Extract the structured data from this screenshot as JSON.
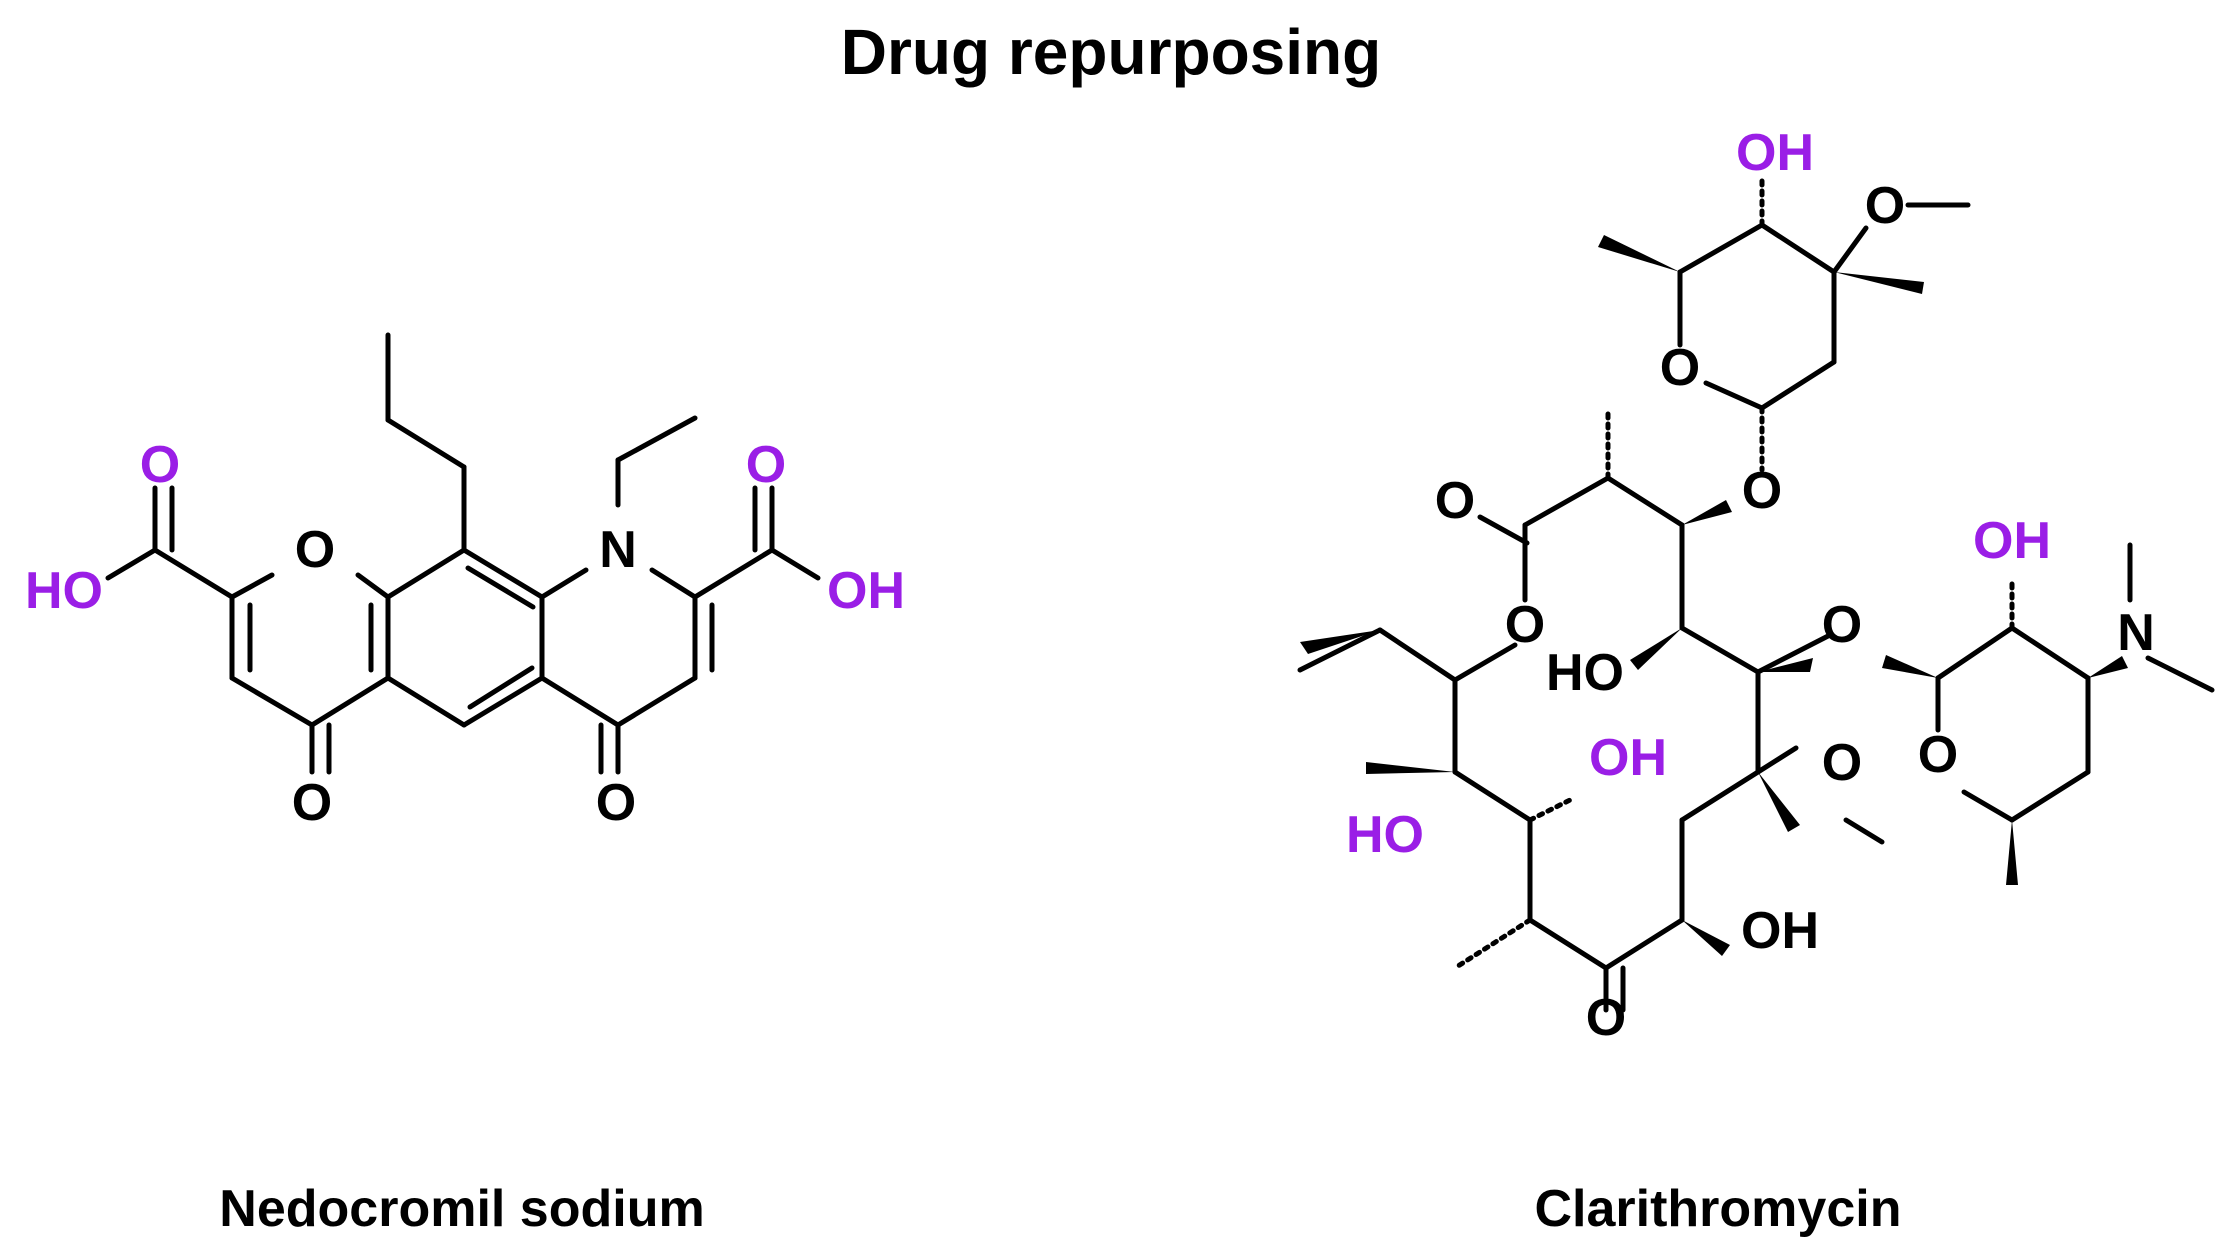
{
  "title": "Drug repurposing",
  "colors": {
    "ink": "#000000",
    "highlight": "#9a1ee6",
    "background": "#ffffff"
  },
  "molecules": [
    {
      "name": "Nedocromil sodium",
      "atoms": {
        "ring_o": "O",
        "ring_n": "N",
        "keto_left": "O",
        "keto_right": "O",
        "acid_left_carbonyl": "O",
        "acid_left_hydroxyl": "HO",
        "acid_right_carbonyl": "O",
        "acid_right_hydroxyl": "OH"
      }
    },
    {
      "name": "Clarithromycin",
      "atoms": {
        "cladinose_oh": "OH",
        "cladinose_ome": "O",
        "cladinose_ring_o": "O",
        "glycoside_o_top": "O",
        "lactone_carbonyl_o": "O",
        "lactone_ring_o": "O",
        "macro_ho": "HO",
        "glycoside_o_mid": "O",
        "desosamine_oh": "OH",
        "desosamine_n": "N",
        "desosamine_ring_o": "O",
        "c6_ome": "O",
        "c11_oh": "OH",
        "c12_ho": "HO",
        "macro_oh_bottom": "OH",
        "ketone_o": "O"
      }
    }
  ]
}
